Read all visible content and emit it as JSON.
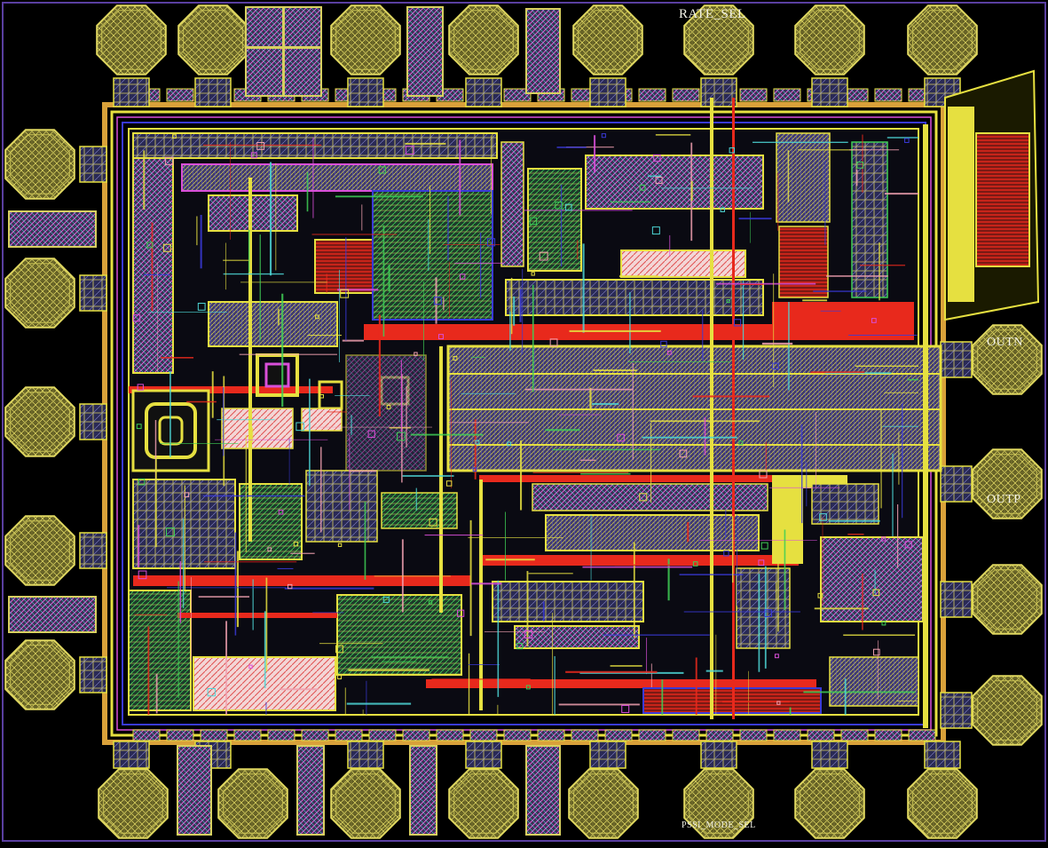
{
  "labels": {
    "top_pad": "RATE_SEL",
    "right_pad_upper": "OUTN",
    "right_pad_lower": "OUTP",
    "bottom_pad": "PSSI_MODE_SEL"
  },
  "colors": {
    "background": "#000000",
    "pad_metal": "#c8c254",
    "pad_fill": "#6f6a2a",
    "metal_yellow": "#e6e040",
    "metal_red": "#e8291c",
    "metal_blue": "#3a3ad8",
    "metal_green": "#3fcf56",
    "metal_magenta": "#d94fd9",
    "metal_cyan": "#4dd6d6",
    "metal_pink": "#f0a0b0",
    "seal_ring": "#d9a13a"
  }
}
